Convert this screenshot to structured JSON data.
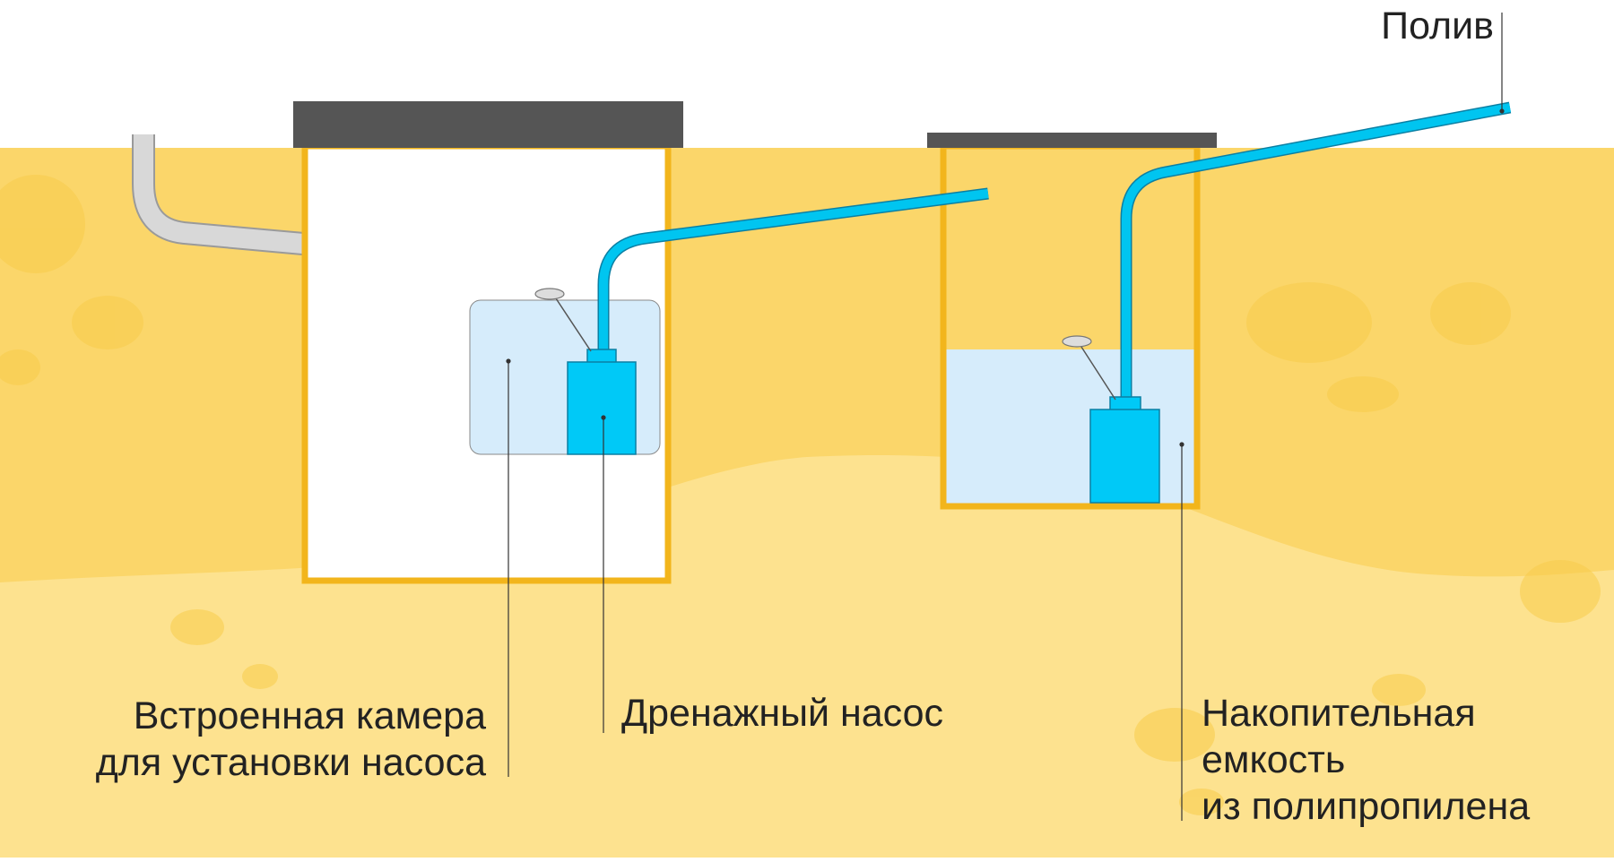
{
  "labels": {
    "irrigation": "Полив",
    "chamber": [
      "Встроенная камера",
      "для установки насоса"
    ],
    "pump": "Дренажный насос",
    "tank": [
      "Накопительная",
      "емкость",
      "из полипропилена"
    ]
  },
  "colors": {
    "soil_top": "#fbd66a",
    "soil_bottom": "#fde28f",
    "soil_blob": "#f8cc4a",
    "wall": "#f2b51c",
    "lid": "#555555",
    "pipe": "#00c5f0",
    "pipe_edge": "#0b7fa3",
    "water": "#d6ecfb",
    "pump": "#00c9f7",
    "drain_pipe": "#d4d4d4",
    "leader": "#333333",
    "text": "#222222"
  }
}
